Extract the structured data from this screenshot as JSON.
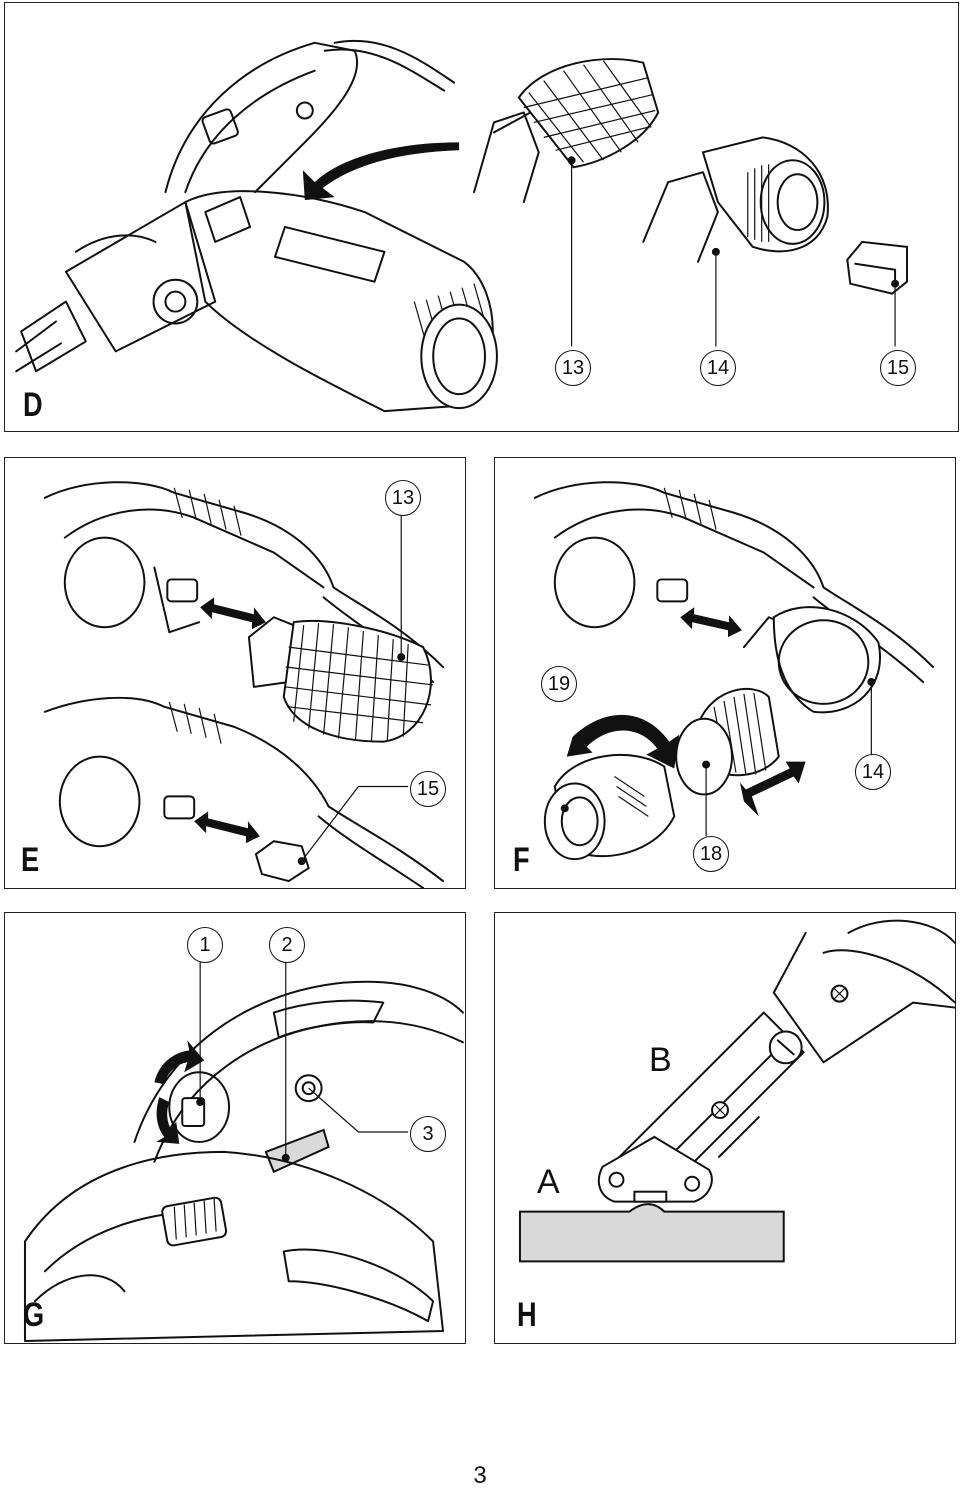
{
  "page_number": "3",
  "figures": {
    "D": {
      "letter": "D",
      "callouts": [
        "13",
        "14",
        "15"
      ]
    },
    "E": {
      "letter": "E",
      "callouts": [
        "13",
        "15"
      ]
    },
    "F": {
      "letter": "F",
      "callouts": [
        "19",
        "14",
        "18"
      ]
    },
    "G": {
      "letter": "G",
      "callouts": [
        "1",
        "2",
        "3"
      ]
    },
    "H": {
      "letter": "H",
      "labels": [
        "B",
        "A"
      ]
    }
  },
  "icons": [
    "tool-handle-illustration",
    "filter-cartridge-illustration",
    "rotate-arrow-icon",
    "push-pull-arrow-icon",
    "dust-cap-illustration",
    "sanding-shoe-illustration"
  ]
}
